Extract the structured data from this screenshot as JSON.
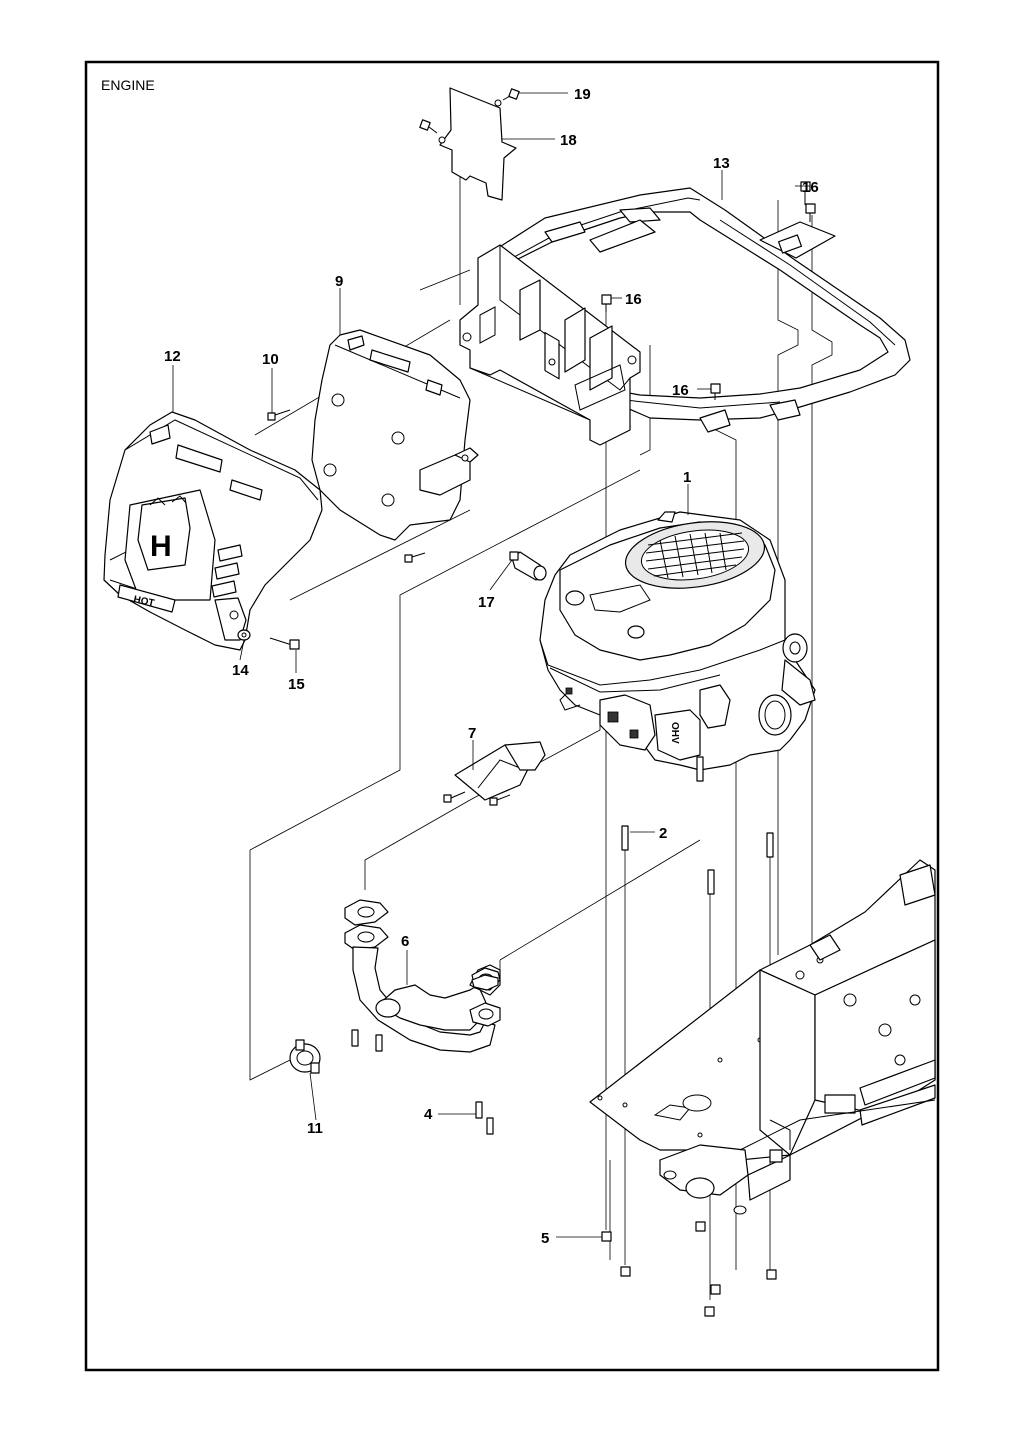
{
  "title": "ENGINE",
  "emblem_text": "H",
  "cover_text": "HOT",
  "engine_badge": "OHV",
  "callouts": [
    {
      "id": "c1",
      "label": "1"
    },
    {
      "id": "c2",
      "label": "2"
    },
    {
      "id": "c4",
      "label": "4"
    },
    {
      "id": "c5",
      "label": "5"
    },
    {
      "id": "c6",
      "label": "6"
    },
    {
      "id": "c7",
      "label": "7"
    },
    {
      "id": "c9",
      "label": "9"
    },
    {
      "id": "c10",
      "label": "10"
    },
    {
      "id": "c11",
      "label": "11"
    },
    {
      "id": "c12",
      "label": "12"
    },
    {
      "id": "c13",
      "label": "13"
    },
    {
      "id": "c14",
      "label": "14"
    },
    {
      "id": "c15",
      "label": "15"
    },
    {
      "id": "c16a",
      "label": "16"
    },
    {
      "id": "c16b",
      "label": "16"
    },
    {
      "id": "c16c",
      "label": "16"
    },
    {
      "id": "c17",
      "label": "17"
    },
    {
      "id": "c18",
      "label": "18"
    },
    {
      "id": "c19",
      "label": "19"
    }
  ]
}
